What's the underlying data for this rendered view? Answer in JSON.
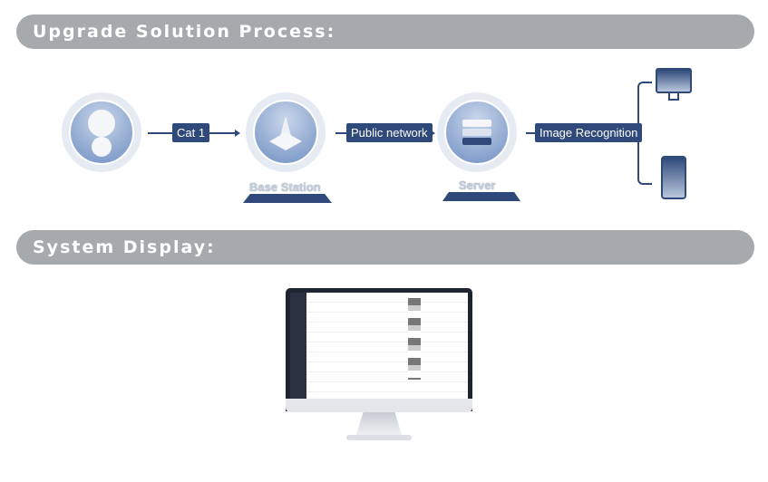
{
  "sections": {
    "process_title": "Upgrade Solution Process:",
    "display_title": "System Display:"
  },
  "flow": {
    "link1": "Cat 1",
    "link2": "Public network",
    "link3": "Image Recognition",
    "node2": "Base Station",
    "node3": "Server"
  },
  "colors": {
    "accent": "#2f4a7a",
    "header_bar": "#a6aaad"
  }
}
